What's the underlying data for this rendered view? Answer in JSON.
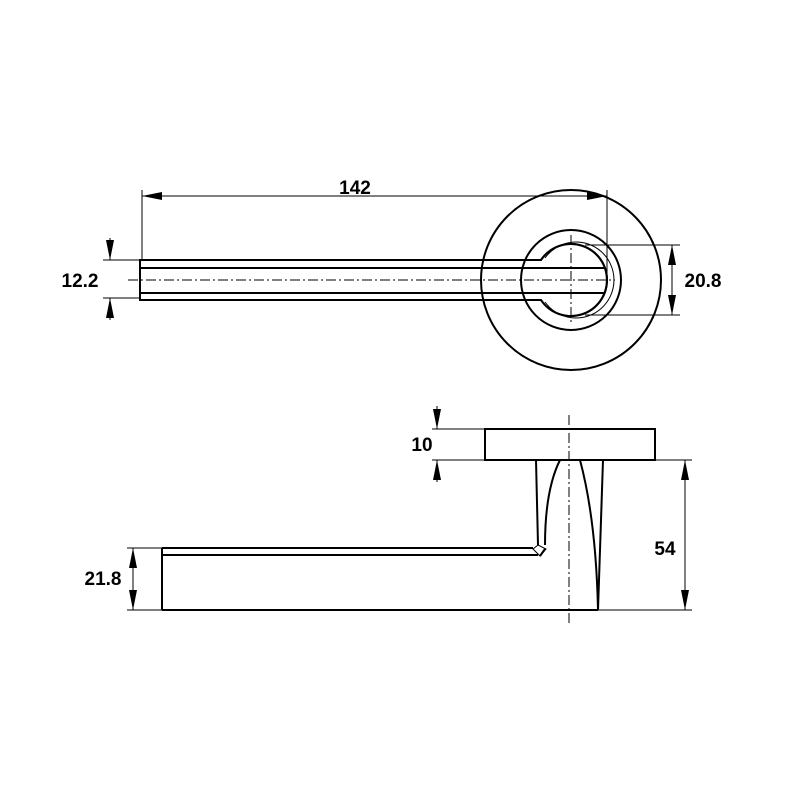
{
  "drawing": {
    "top_view": {
      "dimensions": {
        "lever_length": "142",
        "lever_width": "12.2",
        "spindle_diameter": "20.8"
      }
    },
    "side_view": {
      "dimensions": {
        "rose_thickness": "10",
        "projection": "54",
        "lever_height": "21.8"
      }
    },
    "colors": {
      "line": "#000000",
      "background": "#ffffff"
    }
  }
}
